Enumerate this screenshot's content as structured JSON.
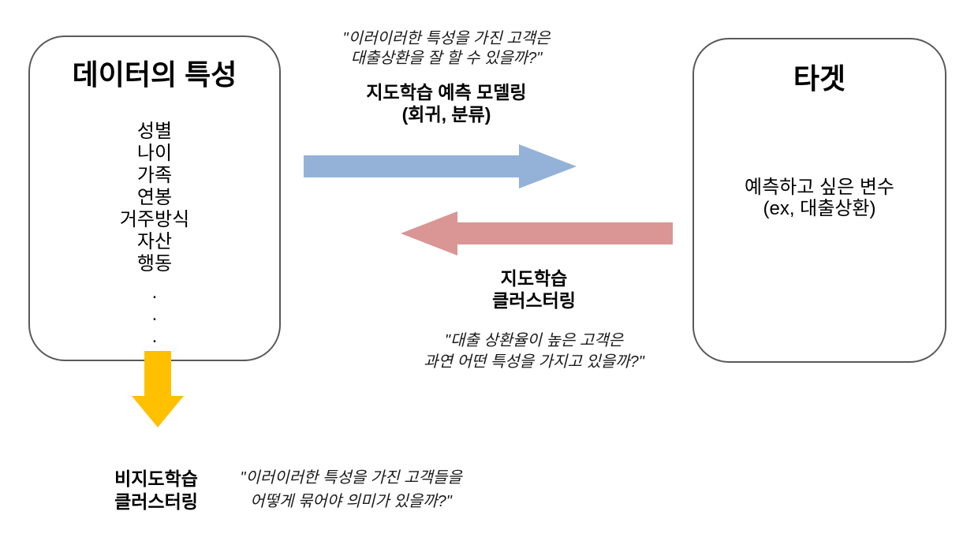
{
  "left_box": {
    "title": "데이터의 특성",
    "items": [
      "성별",
      "나이",
      "가족",
      "연봉",
      "거주방식",
      "자산",
      "행동"
    ],
    "dots": [
      ".",
      ".",
      "."
    ]
  },
  "right_box": {
    "title": "타겟",
    "desc_line1": "예측하고 싶은 변수",
    "desc_line2": "(ex, 대출상환)"
  },
  "top_flow": {
    "quote_line1": "\"이러이러한 특성을 가진 고객은",
    "quote_line2": "대출상환을 잘 할 수 있을까?\"",
    "label_line1": "지도학습 예측 모델링",
    "label_line2": "(회귀, 분류)"
  },
  "reverse_flow": {
    "label_line1": "지도학습",
    "label_line2": "클러스터링",
    "quote_line1": "\"대출 상환율이 높은 고객은",
    "quote_line2": "과연 어떤 특성을 가지고 있을까?\""
  },
  "unsupervised_flow": {
    "label_line1": "비지도학습",
    "label_line2": "클러스터링",
    "quote_line1": "\"이러이러한 특성을 가진 고객들을",
    "quote_line2": "어떻게 묶어야 의미가 있을까?\""
  },
  "colors": {
    "arrow_blue": "#94B2D8",
    "arrow_red": "#D99694",
    "arrow_yellow": "#FFC000",
    "box_border": "#595959"
  }
}
